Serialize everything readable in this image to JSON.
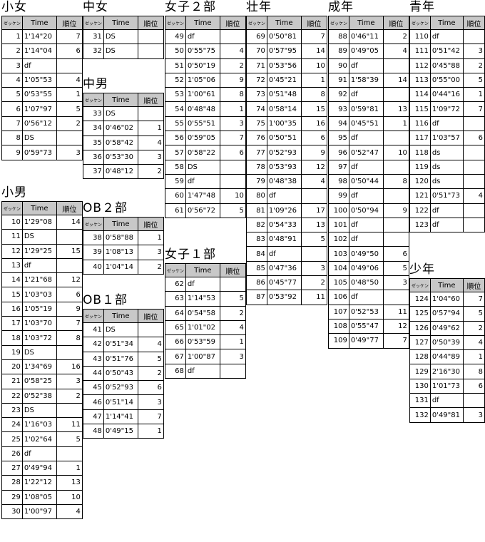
{
  "headers": [
    "ゼッケン",
    "Time",
    "順位"
  ],
  "groups": [
    {
      "title": "小女",
      "rows": [
        [
          "1",
          "1'14\"20",
          "7"
        ],
        [
          "2",
          "1'14\"04",
          "6"
        ],
        [
          "3",
          "df",
          ""
        ],
        [
          "4",
          "1'05\"53",
          "4"
        ],
        [
          "5",
          "0'53\"55",
          "1"
        ],
        [
          "6",
          "1'07\"97",
          "5"
        ],
        [
          "7",
          "0'56\"12",
          "2"
        ],
        [
          "8",
          "DS",
          ""
        ],
        [
          "9",
          "0'59\"73",
          "3"
        ]
      ]
    },
    {
      "title": "小男",
      "rows": [
        [
          "10",
          "1'29\"08",
          "14"
        ],
        [
          "11",
          "DS",
          ""
        ],
        [
          "12",
          "1'29\"25",
          "15"
        ],
        [
          "13",
          "df",
          ""
        ],
        [
          "14",
          "1'21\"68",
          "12"
        ],
        [
          "15",
          "1'03\"03",
          "6"
        ],
        [
          "16",
          "1'05\"19",
          "9"
        ],
        [
          "17",
          "1'03\"70",
          "7"
        ],
        [
          "18",
          "1'03\"72",
          "8"
        ],
        [
          "19",
          "DS",
          ""
        ],
        [
          "20",
          "1'34\"69",
          "16"
        ],
        [
          "21",
          "0'58\"25",
          "3"
        ],
        [
          "22",
          "0'52\"38",
          "2"
        ],
        [
          "23",
          "DS",
          ""
        ],
        [
          "24",
          "1'16\"03",
          "11"
        ],
        [
          "25",
          "1'02\"64",
          "5"
        ],
        [
          "26",
          "df",
          ""
        ],
        [
          "27",
          "0'49\"94",
          "1"
        ],
        [
          "28",
          "1'22\"12",
          "13"
        ],
        [
          "29",
          "1'08\"05",
          "10"
        ],
        [
          "30",
          "1'00\"97",
          "4"
        ]
      ]
    },
    {
      "title": "中女",
      "rows": [
        [
          "31",
          "DS",
          ""
        ],
        [
          "32",
          "DS",
          ""
        ]
      ]
    },
    {
      "title": "中男",
      "rows": [
        [
          "33",
          "DS",
          ""
        ],
        [
          "34",
          "0'46\"02",
          "1"
        ],
        [
          "35",
          "0'58\"42",
          "4"
        ],
        [
          "36",
          "0'53\"30",
          "3"
        ],
        [
          "37",
          "0'48\"12",
          "2"
        ]
      ]
    },
    {
      "title": "OB２部",
      "rows": [
        [
          "38",
          "0'58\"88",
          "1"
        ],
        [
          "39",
          "1'08\"13",
          "3"
        ],
        [
          "40",
          "1'04\"14",
          "2"
        ]
      ]
    },
    {
      "title": "OB１部",
      "rows": [
        [
          "41",
          "DS",
          ""
        ],
        [
          "42",
          "0'51\"34",
          "4"
        ],
        [
          "43",
          "0'51\"76",
          "5"
        ],
        [
          "44",
          "0'50\"43",
          "2"
        ],
        [
          "45",
          "0'52\"93",
          "6"
        ],
        [
          "46",
          "0'51\"14",
          "3"
        ],
        [
          "47",
          "1'14\"41",
          "7"
        ],
        [
          "48",
          "0'49\"15",
          "1"
        ]
      ]
    },
    {
      "title": "女子２部",
      "rows": [
        [
          "49",
          "df",
          ""
        ],
        [
          "50",
          "0'55\"75",
          "4"
        ],
        [
          "51",
          "0'50\"19",
          "2"
        ],
        [
          "52",
          "1'05\"06",
          "9"
        ],
        [
          "53",
          "1'00\"61",
          "8"
        ],
        [
          "54",
          "0'48\"48",
          "1"
        ],
        [
          "55",
          "0'55\"51",
          "3"
        ],
        [
          "56",
          "0'59\"05",
          "7"
        ],
        [
          "57",
          "0'58\"22",
          "6"
        ],
        [
          "58",
          "DS",
          ""
        ],
        [
          "59",
          "df",
          ""
        ],
        [
          "60",
          "1'47\"48",
          "10"
        ],
        [
          "61",
          "0'56\"72",
          "5"
        ]
      ]
    },
    {
      "title": "女子１部",
      "rows": [
        [
          "62",
          "df",
          ""
        ],
        [
          "63",
          "1'14\"53",
          "5"
        ],
        [
          "64",
          "0'54\"58",
          "2"
        ],
        [
          "65",
          "1'01\"02",
          "4"
        ],
        [
          "66",
          "0'53\"59",
          "1"
        ],
        [
          "67",
          "1'00\"87",
          "3"
        ],
        [
          "68",
          "df",
          ""
        ]
      ]
    },
    {
      "title": "壮年",
      "rows": [
        [
          "69",
          "0'50\"81",
          "7"
        ],
        [
          "70",
          "0'57\"95",
          "14"
        ],
        [
          "71",
          "0'53\"56",
          "10"
        ],
        [
          "72",
          "0'45\"21",
          "1"
        ],
        [
          "73",
          "0'51\"48",
          "8"
        ],
        [
          "74",
          "0'58\"14",
          "15"
        ],
        [
          "75",
          "1'00\"35",
          "16"
        ],
        [
          "76",
          "0'50\"51",
          "6"
        ],
        [
          "77",
          "0'52\"93",
          "9"
        ],
        [
          "78",
          "0'53\"93",
          "12"
        ],
        [
          "79",
          "0'48\"38",
          "4"
        ],
        [
          "80",
          "df",
          ""
        ],
        [
          "81",
          "1'09\"26",
          "17"
        ],
        [
          "82",
          "0'54\"33",
          "13"
        ],
        [
          "83",
          "0'48\"91",
          "5"
        ],
        [
          "84",
          "df",
          ""
        ],
        [
          "85",
          "0'47\"36",
          "3"
        ],
        [
          "86",
          "0'45\"77",
          "2"
        ],
        [
          "87",
          "0'53\"92",
          "11"
        ]
      ]
    },
    {
      "title": "成年",
      "rows": [
        [
          "88",
          "0'46\"11",
          "2"
        ],
        [
          "89",
          "0'49\"05",
          "4"
        ],
        [
          "90",
          "df",
          ""
        ],
        [
          "91",
          "1'58\"39",
          "14"
        ],
        [
          "92",
          "df",
          ""
        ],
        [
          "93",
          "0'59\"81",
          "13"
        ],
        [
          "94",
          "0'45\"51",
          "1"
        ],
        [
          "95",
          "df",
          ""
        ],
        [
          "96",
          "0'52\"47",
          "10"
        ],
        [
          "97",
          "df",
          ""
        ],
        [
          "98",
          "0'50\"44",
          "8"
        ],
        [
          "99",
          "df",
          ""
        ],
        [
          "100",
          "0'50\"94",
          "9"
        ],
        [
          "101",
          "df",
          ""
        ],
        [
          "102",
          "df",
          ""
        ],
        [
          "103",
          "0'49\"50",
          "6"
        ],
        [
          "104",
          "0'49\"06",
          "5"
        ],
        [
          "105",
          "0'48\"50",
          "3"
        ],
        [
          "106",
          "df",
          ""
        ],
        [
          "107",
          "0'52\"53",
          "11"
        ],
        [
          "108",
          "0'55\"47",
          "12"
        ],
        [
          "109",
          "0'49\"77",
          "7"
        ]
      ]
    },
    {
      "title": "青年",
      "rows": [
        [
          "110",
          "df",
          ""
        ],
        [
          "111",
          "0'51\"42",
          "3"
        ],
        [
          "112",
          "0'45\"88",
          "2"
        ],
        [
          "113",
          "0'55\"00",
          "5"
        ],
        [
          "114",
          "0'44\"16",
          "1"
        ],
        [
          "115",
          "1'09\"72",
          "7"
        ],
        [
          "116",
          "df",
          ""
        ],
        [
          "117",
          "1'03\"57",
          "6"
        ],
        [
          "118",
          "ds",
          ""
        ],
        [
          "119",
          "ds",
          ""
        ],
        [
          "120",
          "ds",
          ""
        ],
        [
          "121",
          "0'51\"73",
          "4"
        ],
        [
          "122",
          "df",
          ""
        ],
        [
          "123",
          "df",
          ""
        ]
      ]
    },
    {
      "title": "少年",
      "rows": [
        [
          "124",
          "1'04\"60",
          "7"
        ],
        [
          "125",
          "0'57\"94",
          "5"
        ],
        [
          "126",
          "0'49\"62",
          "2"
        ],
        [
          "127",
          "0'50\"39",
          "4"
        ],
        [
          "128",
          "0'44\"89",
          "1"
        ],
        [
          "129",
          "2'16\"30",
          "8"
        ],
        [
          "130",
          "1'01\"73",
          "6"
        ],
        [
          "131",
          "df",
          ""
        ],
        [
          "132",
          "0'49\"81",
          "3"
        ]
      ]
    }
  ]
}
